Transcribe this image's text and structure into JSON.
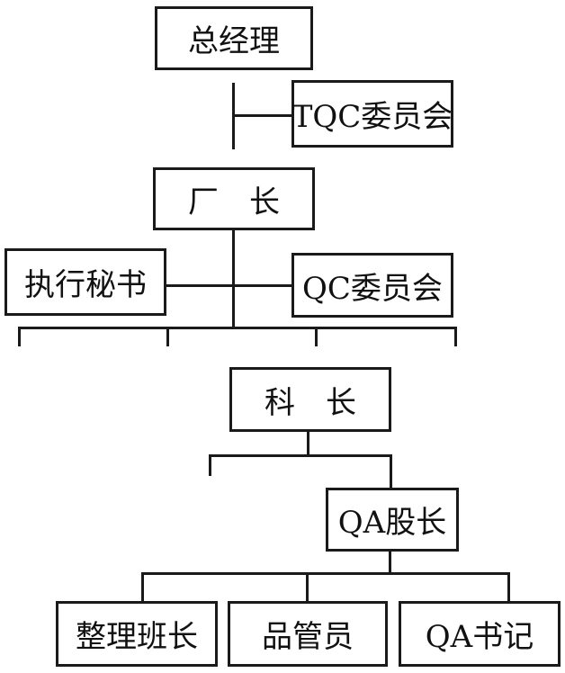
{
  "org_chart": {
    "general_manager": "总经理",
    "tqc_committee": "TQC委员会",
    "plant_manager": "厂　长",
    "executive_secretary": "执行秘书",
    "qc_committee": "QC委员会",
    "section_chief": "科　长",
    "qa_supervisor": "QA股长",
    "sorting_team_leader": "整理班长",
    "quality_controller": "品管员",
    "qa_secretary": "QA书记"
  }
}
